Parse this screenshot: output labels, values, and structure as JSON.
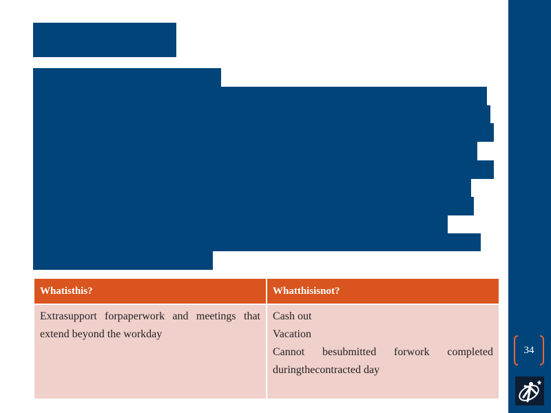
{
  "table": {
    "headers": [
      "Whatisthis?",
      "Whatthisisnot?"
    ],
    "left_text": "Extrasupport forpaperwork and meetings that extend beyond the workday",
    "right_lines": [
      "Cash out",
      "Vacation",
      "Cannot besubmitted forwork completed duringthecontracted day"
    ]
  },
  "page_number": "34",
  "colors": {
    "redaction": "#004479",
    "header": "#d9541e",
    "cell": "#f0d0cb"
  }
}
